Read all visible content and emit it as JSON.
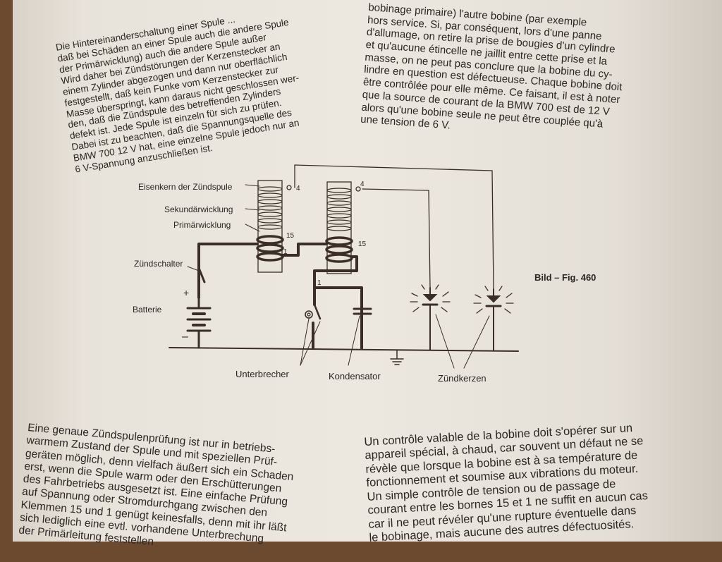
{
  "text": {
    "top_left_lines": [
      "Die Hintereinanderschaltung einer Spule ... ",
      "daß bei Schäden an einer Spule auch die andere Spule",
      "der Primärwicklung) auch die andere Spule außer",
      "Wird daher bei Zündstörungen der Kerzenstecker an",
      "einem Zylinder abgezogen und dann nur oberflächlich",
      "festgestellt, daß kein Funke vom Kerzenstecker zur",
      "Masse überspringt, kann daraus nicht geschlossen wer-",
      "den, daß die Zündspule des betreffenden Zylinders",
      "defekt ist. Jede Spule ist einzeln für sich zu prüfen.",
      "Dabei ist zu beachten, daß die Spannungsquelle des",
      "BMW 700 12 V hat, eine einzelne Spule jedoch nur an",
      "6 V-Spannung anzuschließen ist."
    ],
    "top_right_lines": [
      "bobinage primaire) l'autre bobine (par exemple",
      "hors service. Si, par conséquent, lors d'une panne",
      "d'allumage, on retire la prise de bougies d'un cylindre",
      "et qu'aucune étincelle ne jaillit entre cette prise et la",
      "masse, on ne peut pas conclure que la bobine du cy-",
      "lindre en question est défectueuse. Chaque bobine doit",
      "être contrôlée pour elle même. Ce faisant, il est à noter",
      "que la source de courant de la BMW 700 est de 12 V",
      "alors qu'une bobine seule ne peut être couplée qu'à",
      "une tension de 6 V."
    ],
    "bottom_left_lines": [
      "Eine genaue Zündspulenprüfung ist nur in betriebs-",
      "warmem Zustand der Spule und mit speziellen Prüf-",
      "geräten möglich, denn vielfach äußert sich ein Schaden",
      "erst, wenn die Spule warm oder den Erschütterungen",
      "des Fahrbetriebs ausgesetzt ist. Eine einfache Prüfung",
      "auf Spannung oder Stromdurchgang zwischen den",
      "Klemmen 15 und 1 genügt keinesfalls, denn mit ihr läßt",
      "sich lediglich eine evtl. vorhandene Unterbrechung",
      "der Primärleitung feststellen"
    ],
    "bottom_right_lines": [
      "Un contrôle valable de la bobine doit s'opérer sur un",
      "appareil spécial, à chaud, car souvent un défaut ne se",
      "révèle que lorsque la bobine est à sa température de",
      "fonctionnement et soumise aux vibrations du moteur.",
      "Un simple contrôle de tension ou de passage de",
      "courant entre les bornes 15 et 1 ne suffit en aucun cas",
      "car il ne peut révéler qu'une rupture éventuelle dans",
      "le bobinage, mais aucune des autres défectuosités."
    ]
  },
  "diagram": {
    "labels": {
      "core": "Eisenkern der Zündspule",
      "secondary": "Sekundärwicklung",
      "primary": "Primärwicklung",
      "switch": "Zündschalter",
      "battery": "Batterie",
      "breaker": "Unterbrecher",
      "capacitor": "Kondensator",
      "plugs": "Zündkerzen",
      "figure": "Bild – Fig. 460"
    },
    "terminals": {
      "t4": "4",
      "t15": "15",
      "t1": "1",
      "plus": "+",
      "minus": "–"
    },
    "colors": {
      "ink": "#2a2622",
      "wire": "#3a2e26",
      "paper": "#ece8e0"
    }
  }
}
